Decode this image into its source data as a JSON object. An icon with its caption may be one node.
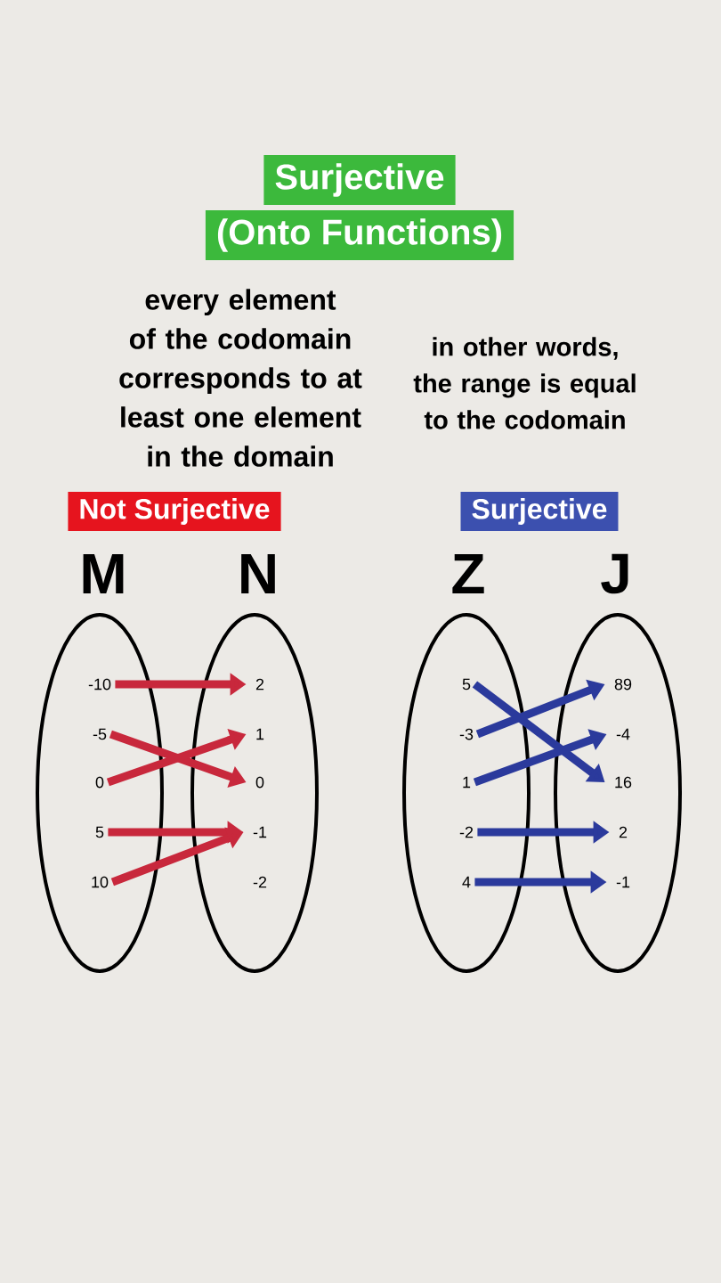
{
  "diagram": {
    "title": "Surjective",
    "nodes": [
      {
        "text": [
          "(Onto Functions)"
        ]
      },
      {
        "text": [
          "Not Surjective"
        ]
      },
      {
        "text": [
          "Surjective"
        ]
      },
      {
        "text": [
          "M"
        ]
      },
      {
        "text": [
          "-10"
        ],
        "in": 3
      },
      {
        "text": [
          "-5"
        ],
        "in": 3
      },
      {
        "text": [
          "0"
        ],
        "in": 3
      },
      {
        "text": [
          "5"
        ],
        "in": 3
      },
      {
        "text": [
          "10"
        ],
        "in": 3
      },
      {
        "text": [
          "N"
        ]
      },
      {
        "text": [
          "2"
        ],
        "in": 9
      },
      {
        "text": [
          "1"
        ],
        "in": 9
      },
      {
        "text": [
          "0"
        ],
        "in": 9
      },
      {
        "text": [
          "-1"
        ],
        "in": 9
      },
      {
        "text": [
          "-2"
        ],
        "in": 9
      },
      {
        "text": [
          "Z"
        ]
      },
      {
        "text": [
          "5"
        ],
        "in": 15
      },
      {
        "text": [
          "-3"
        ],
        "in": 15
      },
      {
        "text": [
          "1"
        ],
        "in": 15
      },
      {
        "text": [
          "-2"
        ],
        "in": 15
      },
      {
        "text": [
          "4"
        ],
        "in": 15
      },
      {
        "text": [
          "J"
        ]
      },
      {
        "text": [
          "89"
        ],
        "in": 21
      },
      {
        "text": [
          "-4"
        ],
        "in": 21
      },
      {
        "text": [
          "16"
        ],
        "in": 21
      },
      {
        "text": [
          "2"
        ],
        "in": 21
      },
      {
        "text": [
          "-1"
        ],
        "in": 21
      }
    ],
    "edges": [
      {
        "from": 4,
        "to": 10,
        "arrow": "to",
        "color": "#c8283c"
      },
      {
        "from": 5,
        "to": 12,
        "arrow": "to",
        "color": "#c8283c"
      },
      {
        "from": 6,
        "to": 11,
        "arrow": "to",
        "color": "#c8283c"
      },
      {
        "from": 7,
        "to": 13,
        "arrow": "to",
        "color": "#c8283c"
      },
      {
        "from": 8,
        "to": 13,
        "arrow": "to",
        "color": "#c8283c"
      },
      {
        "from": 16,
        "to": 24,
        "arrow": "to",
        "color": "#2b3a9c"
      },
      {
        "from": 17,
        "to": 22,
        "arrow": "to",
        "color": "#2b3a9c"
      },
      {
        "from": 18,
        "to": 23,
        "arrow": "to",
        "color": "#2b3a9c"
      },
      {
        "from": 19,
        "to": 25,
        "arrow": "to",
        "color": "#2b3a9c"
      },
      {
        "from": 20,
        "to": 26,
        "arrow": "to",
        "color": "#2b3a9c"
      }
    ],
    "labels": [
      "every element of the codomain corresponds to at least one element in the domain",
      "in other words, the range is equal to the codomain"
    ]
  }
}
